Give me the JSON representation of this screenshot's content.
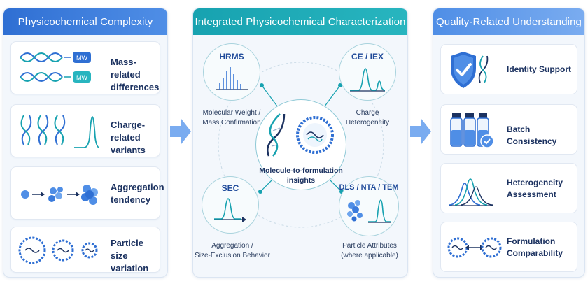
{
  "left_panel": {
    "title": "Physicochemical Complexity",
    "items": [
      {
        "line1": "Mass-related",
        "line2": "differences",
        "tag": "MW"
      },
      {
        "line1": "Charge-related",
        "line2": "variants"
      },
      {
        "line1": "Aggregation",
        "line2": "tendency"
      },
      {
        "line1": "Particle size",
        "line2": "variation"
      }
    ]
  },
  "center_panel": {
    "title": "Integrated Physicochemical Characterization",
    "techniques": [
      {
        "name": "HRMS",
        "desc1": "Molecular Weight /",
        "desc2": "Mass Confirmation"
      },
      {
        "name": "CE / IEX",
        "desc1": "Charge",
        "desc2": "Heterogeneity"
      },
      {
        "name": "SEC",
        "desc1": "Aggregation /",
        "desc2": "Size-Exclusion Behavior"
      },
      {
        "name": "DLS / NTA / TEM",
        "desc1": "Particle Attributes",
        "desc2": "(where applicable)"
      }
    ],
    "hub": {
      "line1": "Molecule-to-formulation",
      "line2": "insights"
    }
  },
  "right_panel": {
    "title": "Quality-Related Understanding",
    "items": [
      {
        "line1": "Identity Support",
        "line2": ""
      },
      {
        "line1": "Batch Consistency",
        "line2": ""
      },
      {
        "line1": "Heterogeneity",
        "line2": "Assessment"
      },
      {
        "line1": "Formulation",
        "line2": "Comparability"
      }
    ]
  },
  "colors": {
    "blue": "#2f6fd3",
    "teal": "#17a2b0",
    "light_blue": "#7aacf0",
    "dark_text": "#1c3260"
  }
}
